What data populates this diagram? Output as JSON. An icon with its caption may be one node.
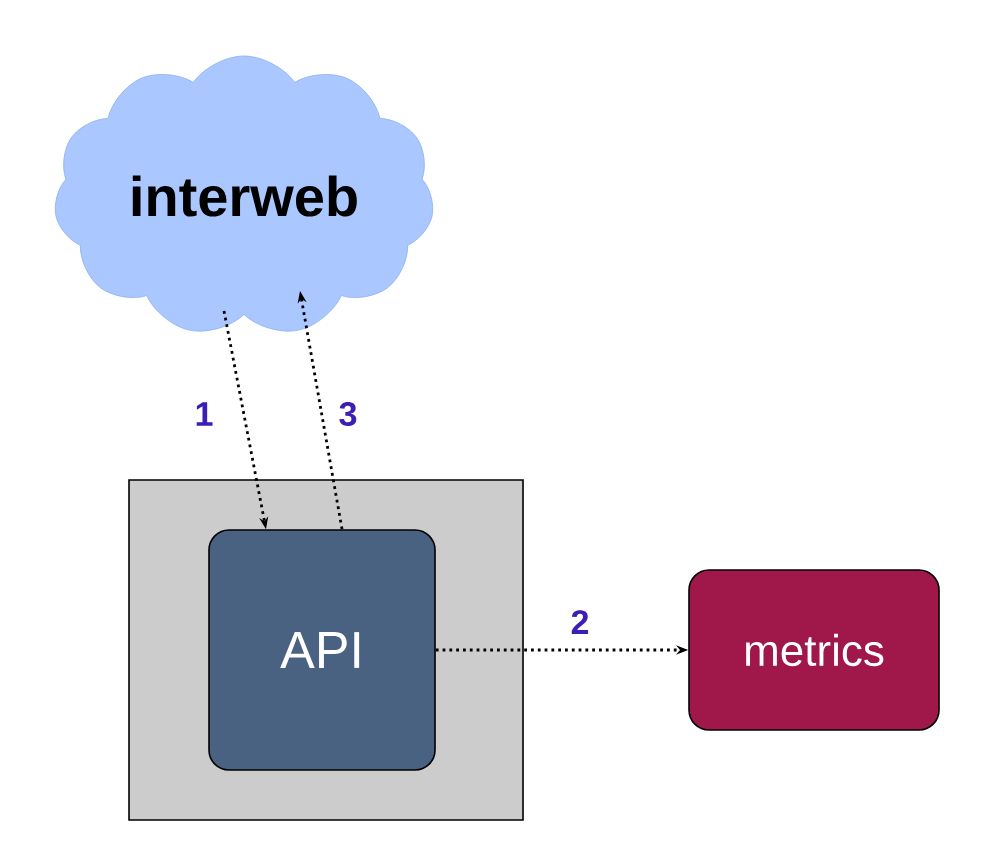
{
  "diagram": {
    "nodes": [
      {
        "text": [
          "interweb"
        ]
      },
      {
        "text": [],
        "shape": "box"
      },
      {
        "text": [
          "API"
        ],
        "in": 1
      },
      {
        "text": [
          "metrics"
        ]
      }
    ],
    "edges": [
      {
        "from": 0,
        "to": 2,
        "arrow": "to",
        "label": "1"
      },
      {
        "from": 2,
        "to": 3,
        "arrow": "to",
        "label": "2"
      },
      {
        "from": 2,
        "to": 0,
        "arrow": "to",
        "label": "3"
      }
    ]
  }
}
